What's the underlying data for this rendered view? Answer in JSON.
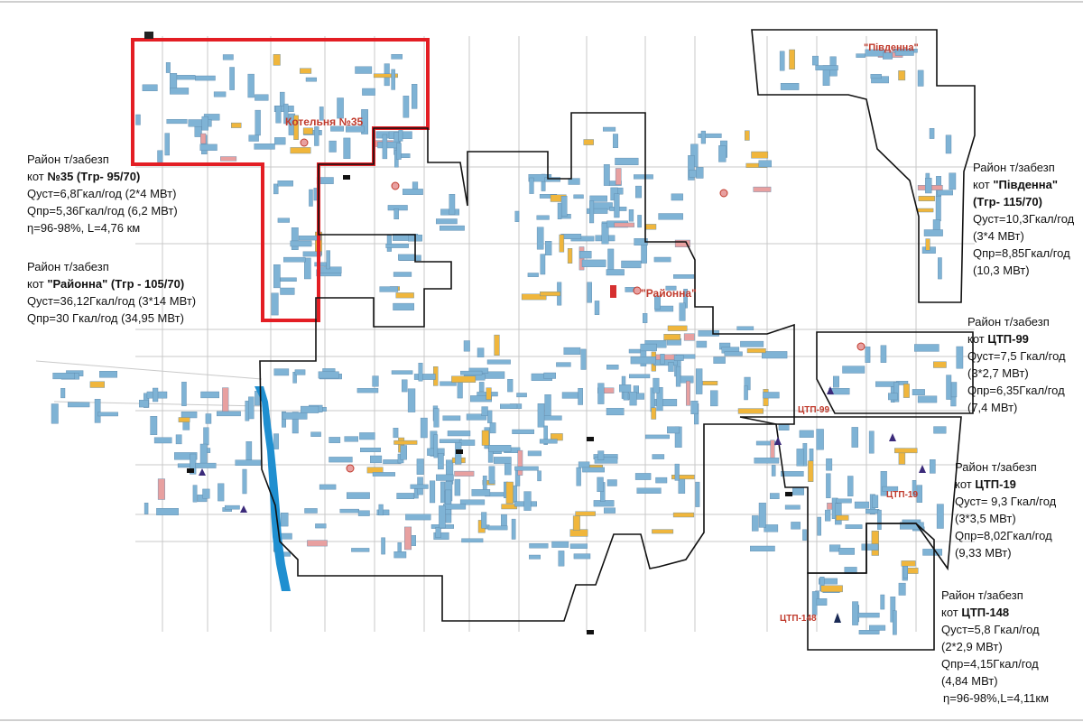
{
  "map": {
    "labels": {
      "kotelnia35": "Котельня №35",
      "pivdenna": "\"Південна\"",
      "raionna": "\"Районна\"",
      "ctp99": "ЦТП-99",
      "ctp19": "ЦТП-19",
      "ctp148": "ЦТП-148"
    },
    "colors": {
      "building_residential": "#7fb3d5",
      "building_public": "#f0b63c",
      "building_boiler": "#e8a0a0",
      "zone_35": "#e31e24",
      "zone_border": "#111111",
      "river": "#1f8fd0",
      "label_red": "#c0392b",
      "street": "#c9c9c9"
    }
  },
  "districts": {
    "k35": {
      "l1": "Район т/забезп",
      "l2_pre": "кот ",
      "l2_bold": "№35 (Тгр- 95/70)",
      "l3": "Qуст=6,8Гкал/год (2*4 МВт)",
      "l4": "Qпр=5,36Гкал/год (6,2 МВт)",
      "l5": "η=96-98%, L=4,76 км"
    },
    "raionna": {
      "l1": "Район т/забезп",
      "l2_pre": "кот ",
      "l2_bold": "\"Районна\" (Тгр - 105/70)",
      "l3": "Qуст=36,12Гкал/год (3*14 МВт)",
      "l4": "Qпр=30 Гкал/год (34,95 МВт)"
    },
    "pivdenna": {
      "l1": "Район т/забезп",
      "l2_pre": "кот ",
      "l2_bold": "\"Південна\"",
      "l3_bold": "(Тгр- 115/70)",
      "l4": "Qуст=10,3Гкал/год",
      "l5": "(3*4 МВт)",
      "l6": "Qпр=8,85Гкал/год",
      "l7": "(10,3 МВт)"
    },
    "ctp99": {
      "l1": "Район т/забезп",
      "l2_pre": "кот ",
      "l2_bold": "ЦТП-99",
      "l3": "Qуст=7,5 Гкал/год",
      "l4": "(3*2,7 МВт)",
      "l5": "Qпр=6,35Гкал/год",
      "l6": "(7,4 МВт)"
    },
    "ctp19": {
      "l1": "Район т/забезп",
      "l2_pre": "кот ",
      "l2_bold": "ЦТП-19",
      "l3": "Qуст= 9,3 Гкал/год",
      "l4": "(3*3,5 МВт)",
      "l5": "Qпр=8,02Гкал/год",
      "l6": "(9,33 МВт)"
    },
    "ctp148": {
      "l1": "Район т/забезп",
      "l2_pre": "кот ",
      "l2_bold": "ЦТП-148",
      "l3": "Qуст=5,8 Гкал/год",
      "l4": "(2*2,9 МВт)",
      "l5": "Qпр=4,15Гкал/год",
      "l6": "(4,84 МВт)",
      "l7": "η=96-98%,L=4,11км"
    }
  }
}
